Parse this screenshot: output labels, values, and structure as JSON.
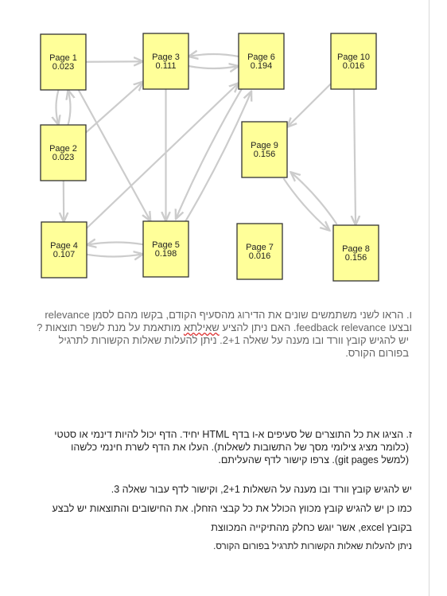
{
  "graph": {
    "nodes": [
      {
        "id": "p1",
        "label": "Page 1",
        "value": "0.023"
      },
      {
        "id": "p2",
        "label": "Page 2",
        "value": "0.023"
      },
      {
        "id": "p3",
        "label": "Page 3",
        "value": "0.111"
      },
      {
        "id": "p4",
        "label": "Page 4",
        "value": "0.107"
      },
      {
        "id": "p5",
        "label": "Page 5",
        "value": "0.198"
      },
      {
        "id": "p6",
        "label": "Page 6",
        "value": "0.194"
      },
      {
        "id": "p7",
        "label": "Page 7",
        "value": "0.016"
      },
      {
        "id": "p8",
        "label": "Page 8",
        "value": "0.156"
      },
      {
        "id": "p9",
        "label": "Page 9",
        "value": "0.156"
      },
      {
        "id": "p10",
        "label": "Page 10",
        "value": "0.016"
      }
    ],
    "edges": [
      {
        "from": "p1",
        "to": "p3"
      },
      {
        "from": "p1",
        "to": "p2"
      },
      {
        "from": "p2",
        "to": "p1"
      },
      {
        "from": "p1",
        "to": "p5"
      },
      {
        "from": "p2",
        "to": "p3"
      },
      {
        "from": "p2",
        "to": "p4"
      },
      {
        "from": "p3",
        "to": "p6"
      },
      {
        "from": "p6",
        "to": "p3"
      },
      {
        "from": "p3",
        "to": "p5"
      },
      {
        "from": "p4",
        "to": "p5"
      },
      {
        "from": "p5",
        "to": "p4"
      },
      {
        "from": "p4",
        "to": "p6"
      },
      {
        "from": "p5",
        "to": "p6"
      },
      {
        "from": "p6",
        "to": "p5"
      },
      {
        "from": "p10",
        "to": "p9"
      },
      {
        "from": "p10",
        "to": "p8"
      },
      {
        "from": "p9",
        "to": "p8"
      },
      {
        "from": "p8",
        "to": "p9"
      }
    ]
  },
  "section_v": {
    "line1": "ו. הראו לשני משתמשים שונים את הדירוג מהסעיף הקודם, בקשו מהם לסמן relevance",
    "line2_pre": "ובצעו feedback relevance. האם ניתן להציע ",
    "line2_squig": "שאילתא",
    "line2_post": " מותאמת על מנת לשפר תוצאות ?",
    "line3": "יש להגיש קובץ וורד ובו מענה על שאלה 2+1. ניתן להעלות שאלות הקשורות לתרגיל",
    "line4": "בפורום הקורס."
  },
  "section_z": {
    "line1": "ז. הציגו את כל התוצרים של סעיפים א-ו בדף HTML יחיד. הדף יכול להיות דינמי או סטטי",
    "line2": "(כלומר מציג צילומי מסך של התשובות לשאלות). העלו את הדף לשרת חינמי כלשהו",
    "line3": "(למשל git pages). צרפו קישור לדף שהעליתם."
  },
  "submission": {
    "line1": "יש להגיש קובץ וורד ובו מענה על השאלות 2+1, וקישור לדף עבור שאלה 3.",
    "line2": "כמו כן יש להגיש קובץ מכווץ הכולל את כל קבצי הזחלן. את החישובים והתוצאות יש לבצע",
    "line3": "בקובץ excel, אשר יוגש כחלק מהתיקייה המכווצת",
    "line4": "ניתן להעלות שאלות הקשורות לתרגיל בפורום הקורס."
  }
}
